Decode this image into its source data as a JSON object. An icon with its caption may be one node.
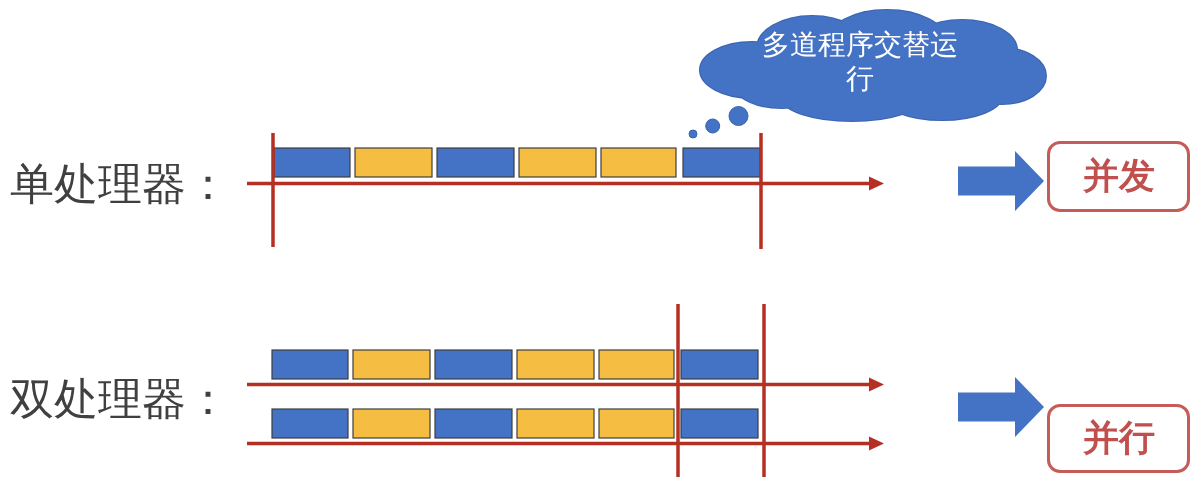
{
  "diagram": {
    "nodes": [
      {
        "text": [
          "多道程序交替运行"
        ]
      },
      {
        "text": [
          "并发"
        ]
      },
      {
        "text": [
          "并行"
        ]
      }
    ],
    "edges": [
      {
        "from": null,
        "to": 1,
        "arrow": "to"
      },
      {
        "from": null,
        "to": 2,
        "arrow": "to"
      }
    ],
    "labels": [
      "单处理器：",
      "双处理器："
    ]
  }
}
